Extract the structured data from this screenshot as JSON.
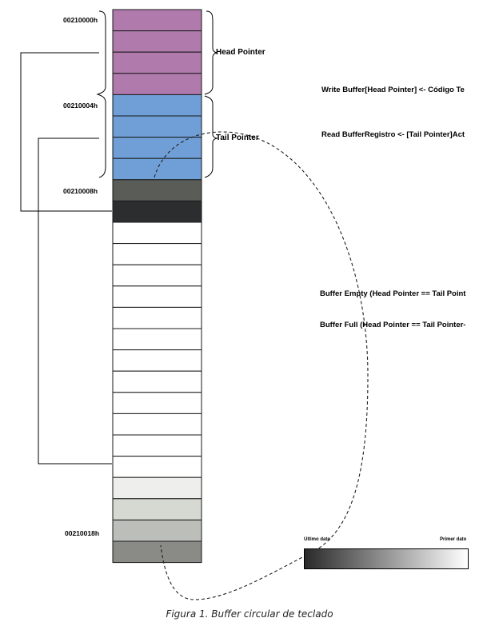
{
  "addresses": {
    "addr_start": "00210000h",
    "addr_tail": "00210004h",
    "addr_end_reg": "00210008h",
    "addr_last": "00210018h"
  },
  "braces": {
    "head": "Head Pointer",
    "tail": "Tail Pointer"
  },
  "notes": {
    "write": "Write Buffer[Head Pointer] <- Código Te",
    "read": "Read BufferRegistro <- [Tail Pointer]Act",
    "empty": "Buffer Empty (Head Pointer == Tail Point",
    "full": "Buffer Full (Head Pointer == Tail Pointer-"
  },
  "gradient": {
    "left_label": "Ultimo dato",
    "right_label": "Primer dato"
  },
  "caption": "Figura 1. Buffer circular de teclado",
  "colors": {
    "head_cells": "#b07aad",
    "tail_cells": "#6f9fd6",
    "end_cell_1": "#5a5c58",
    "end_cell_2": "#2c2d2f",
    "empty_cells": "#ffffff",
    "fade_1": "#eeeeec",
    "fade_2": "#d6d8d2",
    "fade_3": "#bcbeb9",
    "fade_4": "#8a8b87"
  },
  "cells": [
    "head_cells",
    "head_cells",
    "head_cells",
    "head_cells",
    "tail_cells",
    "tail_cells",
    "tail_cells",
    "tail_cells",
    "end_cell_1",
    "end_cell_2",
    "empty_cells",
    "empty_cells",
    "empty_cells",
    "empty_cells",
    "empty_cells",
    "empty_cells",
    "empty_cells",
    "empty_cells",
    "empty_cells",
    "empty_cells",
    "empty_cells",
    "empty_cells",
    "fade_1",
    "fade_2",
    "fade_3",
    "fade_4"
  ]
}
